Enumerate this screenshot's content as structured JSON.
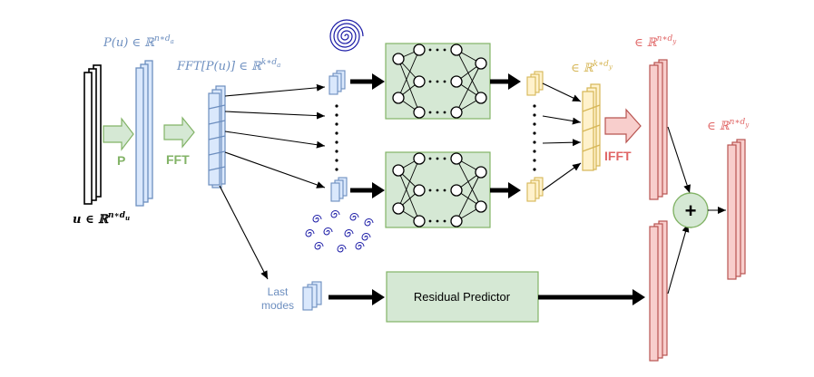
{
  "labels": {
    "p_u": "P(u) ∈ ℝ",
    "p_u_sup": "n∗d",
    "p_u_sub": "a",
    "fft_p_u": "FFT[P(u)] ∈ ℝ",
    "fft_p_u_sup": "k∗d",
    "fft_p_u_sub": "a",
    "u_in": "u ∈ ℝ",
    "u_in_sup": "n∗d",
    "u_in_sub": "u",
    "k_dy": "∈ ℝ",
    "k_dy_sup": "k∗d",
    "k_dy_sub": "y",
    "n_dy_top": "∈ ℝ",
    "n_dy_top_sup": "n∗d",
    "n_dy_top_sub": "y",
    "n_dy_right": "∈ ℝ",
    "n_dy_right_sup": "n∗d",
    "n_dy_right_sub": "y",
    "p": "P",
    "fft": "FFT",
    "ifft": "IFFT",
    "last_modes_1": "Last",
    "last_modes_2": "modes",
    "residual_predictor": "Residual Predictor",
    "plus": "+"
  },
  "colors": {
    "blue": "#6c8ebf",
    "blue_fill": "#dae8fc",
    "green": "#82b366",
    "green_fill": "#d5e8d4",
    "yellow": "#d6b656",
    "yellow_fill": "#fff2cc",
    "red": "#b85450",
    "red_fill": "#f8cecc",
    "spiral": "#1a1aa6"
  }
}
